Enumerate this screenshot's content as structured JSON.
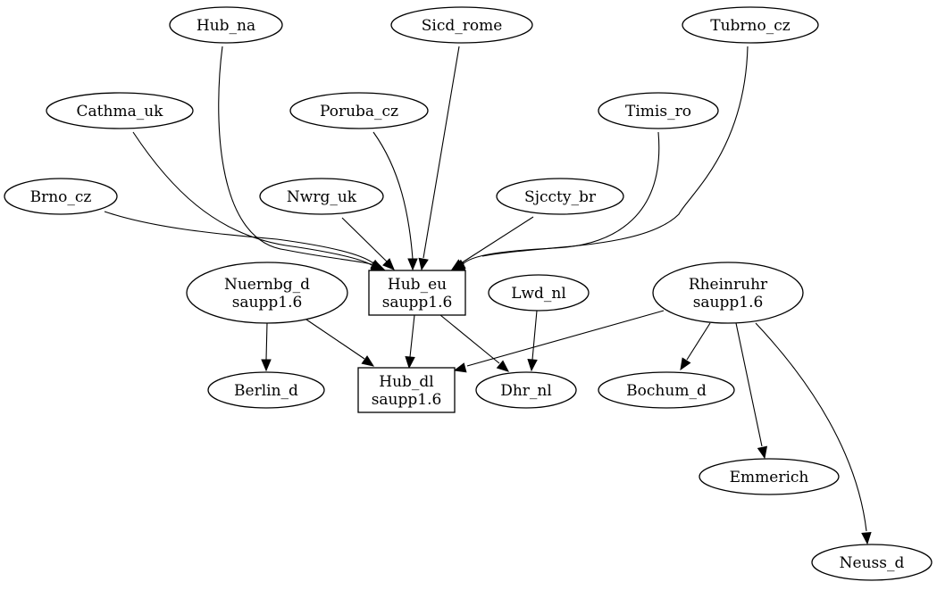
{
  "nodes": [
    {
      "id": "hub_na",
      "lines": [
        "Hub_na"
      ],
      "shape": "ellipse"
    },
    {
      "id": "sicd_rome",
      "lines": [
        "Sicd_rome"
      ],
      "shape": "ellipse"
    },
    {
      "id": "tubrno_cz",
      "lines": [
        "Tubrno_cz"
      ],
      "shape": "ellipse"
    },
    {
      "id": "cathma_uk",
      "lines": [
        "Cathma_uk"
      ],
      "shape": "ellipse"
    },
    {
      "id": "poruba_cz",
      "lines": [
        "Poruba_cz"
      ],
      "shape": "ellipse"
    },
    {
      "id": "timis_ro",
      "lines": [
        "Timis_ro"
      ],
      "shape": "ellipse"
    },
    {
      "id": "brno_cz",
      "lines": [
        "Brno_cz"
      ],
      "shape": "ellipse"
    },
    {
      "id": "nwrg_uk",
      "lines": [
        "Nwrg_uk"
      ],
      "shape": "ellipse"
    },
    {
      "id": "sjccty_br",
      "lines": [
        "Sjccty_br"
      ],
      "shape": "ellipse"
    },
    {
      "id": "nuernbg_d",
      "lines": [
        "Nuernbg_d",
        "saupp1.6"
      ],
      "shape": "ellipse"
    },
    {
      "id": "hub_eu",
      "lines": [
        "Hub_eu",
        "saupp1.6"
      ],
      "shape": "box"
    },
    {
      "id": "lwd_nl",
      "lines": [
        "Lwd_nl"
      ],
      "shape": "ellipse"
    },
    {
      "id": "rheinruhr",
      "lines": [
        "Rheinruhr",
        "saupp1.6"
      ],
      "shape": "ellipse"
    },
    {
      "id": "berlin_d",
      "lines": [
        "Berlin_d"
      ],
      "shape": "ellipse"
    },
    {
      "id": "hub_dl",
      "lines": [
        "Hub_dl",
        "saupp1.6"
      ],
      "shape": "box"
    },
    {
      "id": "dhr_nl",
      "lines": [
        "Dhr_nl"
      ],
      "shape": "ellipse"
    },
    {
      "id": "bochum_d",
      "lines": [
        "Bochum_d"
      ],
      "shape": "ellipse"
    },
    {
      "id": "emmerich",
      "lines": [
        "Emmerich"
      ],
      "shape": "ellipse"
    },
    {
      "id": "neuss_d",
      "lines": [
        "Neuss_d"
      ],
      "shape": "ellipse"
    }
  ],
  "edges": [
    {
      "from": "hub_na",
      "to": "hub_eu"
    },
    {
      "from": "sicd_rome",
      "to": "hub_eu"
    },
    {
      "from": "tubrno_cz",
      "to": "hub_eu"
    },
    {
      "from": "cathma_uk",
      "to": "hub_eu"
    },
    {
      "from": "poruba_cz",
      "to": "hub_eu"
    },
    {
      "from": "timis_ro",
      "to": "hub_eu"
    },
    {
      "from": "brno_cz",
      "to": "hub_eu"
    },
    {
      "from": "nwrg_uk",
      "to": "hub_eu"
    },
    {
      "from": "sjccty_br",
      "to": "hub_eu"
    },
    {
      "from": "nuernbg_d",
      "to": "berlin_d"
    },
    {
      "from": "nuernbg_d",
      "to": "hub_dl"
    },
    {
      "from": "hub_eu",
      "to": "hub_dl"
    },
    {
      "from": "hub_eu",
      "to": "dhr_nl"
    },
    {
      "from": "lwd_nl",
      "to": "dhr_nl"
    },
    {
      "from": "rheinruhr",
      "to": "hub_dl"
    },
    {
      "from": "rheinruhr",
      "to": "bochum_d"
    },
    {
      "from": "rheinruhr",
      "to": "emmerich"
    },
    {
      "from": "rheinruhr",
      "to": "neuss_d"
    }
  ],
  "colors": {
    "stroke": "#000000",
    "fill": "#ffffff",
    "text": "#000000"
  }
}
